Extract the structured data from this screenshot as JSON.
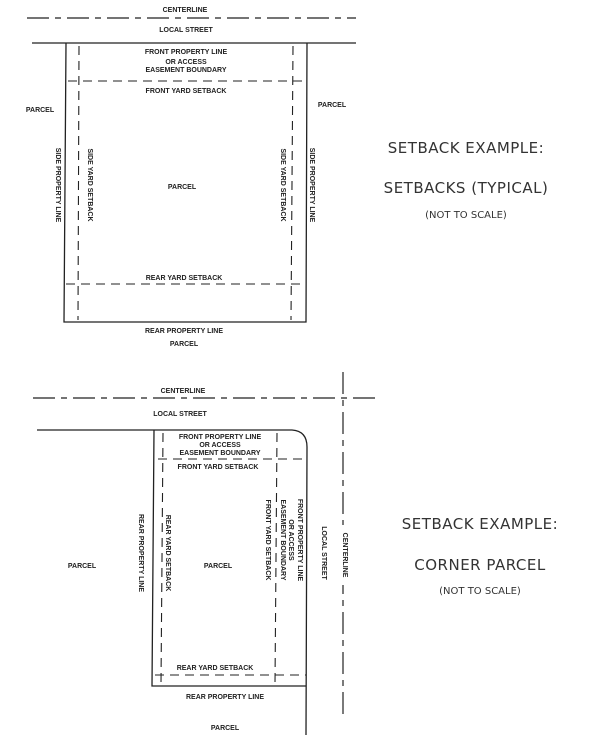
{
  "typical": {
    "centerline": "CENTERLINE",
    "street": "LOCAL STREET",
    "front_line_1": "FRONT PROPERTY LINE",
    "front_line_2": "OR ACCESS",
    "front_line_3": "EASEMENT BOUNDARY",
    "front_setback": "FRONT YARD SETBACK",
    "parcel_left": "PARCEL",
    "parcel_right": "PARCEL",
    "parcel_center": "PARCEL",
    "side_property_left": "SIDE PROPERTY LINE",
    "side_setback_left": "SIDE YARD SETBACK",
    "side_setback_right": "SIDE YARD SETBACK",
    "side_property_right": "SIDE PROPERTY LINE",
    "rear_setback": "REAR YARD SETBACK",
    "rear_property": "REAR PROPERTY LINE",
    "parcel_bottom": "PARCEL",
    "caption_title": "SETBACK EXAMPLE:",
    "caption_subtitle": "SETBACKS (TYPICAL)",
    "caption_note": "(NOT TO SCALE)"
  },
  "corner": {
    "centerline": "CENTERLINE",
    "street": "LOCAL STREET",
    "front_line_1": "FRONT PROPERTY LINE",
    "front_line_2": "OR ACCESS",
    "front_line_3": "EASEMENT BOUNDARY",
    "front_setback": "FRONT YARD SETBACK",
    "rear_property_side": "REAR PROPERTY LINE",
    "rear_setback_side": "REAR YARD SETBACK",
    "parcel_left": "PARCEL",
    "parcel_center": "PARCEL",
    "side_front_setback": "FRONT YARD SETBACK",
    "side_easement": "EASEMENT BOUNDARY",
    "side_access": "OR ACCESS",
    "side_front_line": "FRONT PROPERTY LINE",
    "side_street": "LOCAL STREET",
    "side_centerline": "CENTERLINE",
    "rear_setback": "REAR YARD SETBACK",
    "rear_property": "REAR PROPERTY LINE",
    "parcel_bottom": "PARCEL",
    "caption_title": "SETBACK EXAMPLE:",
    "caption_subtitle": "CORNER PARCEL",
    "caption_note": "(NOT TO SCALE)"
  }
}
